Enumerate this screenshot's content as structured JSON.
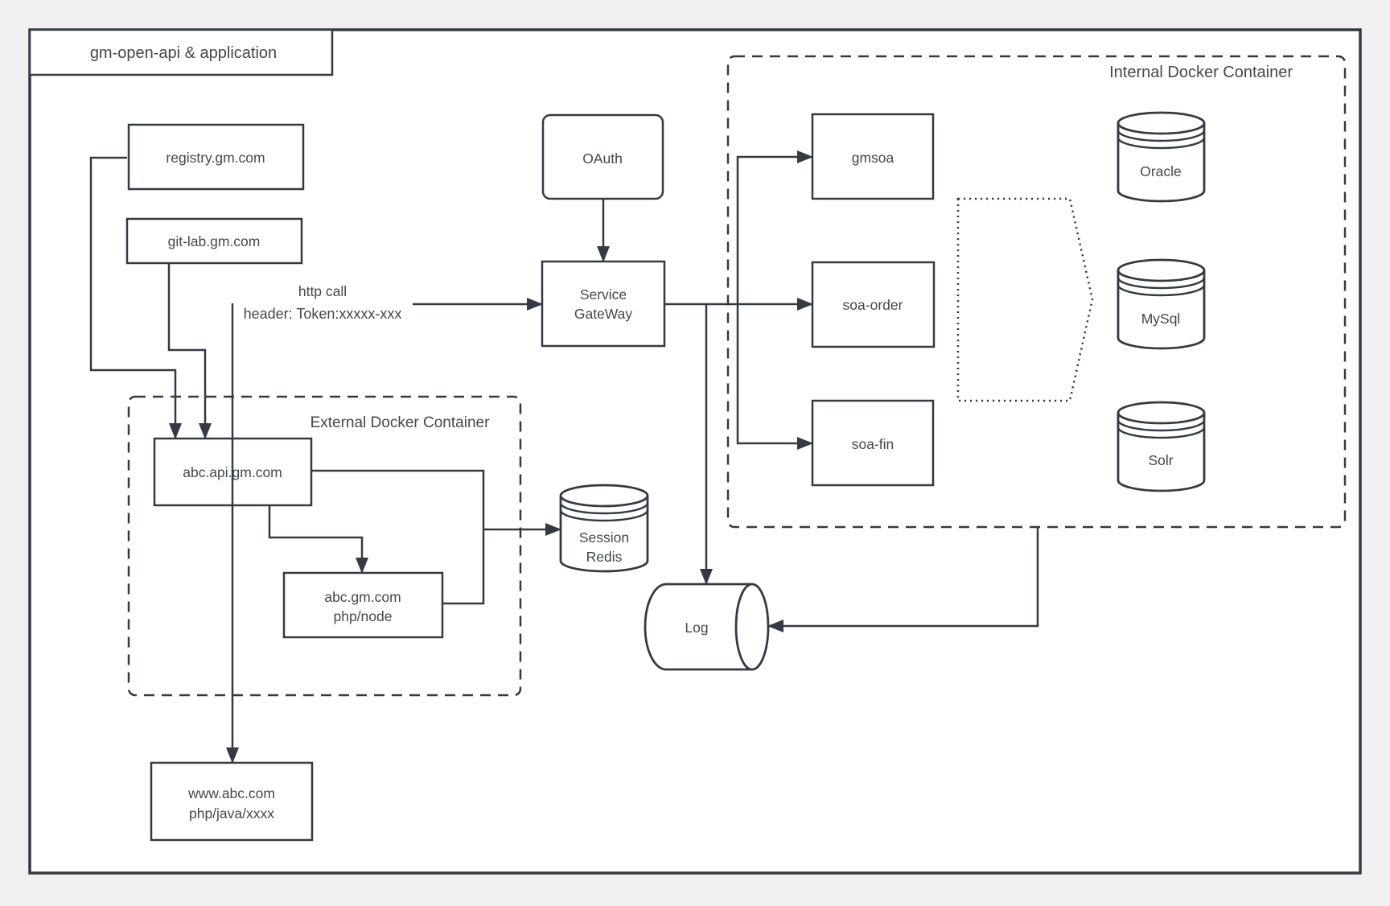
{
  "diagram": {
    "title": "gm-open-api & application",
    "containers": {
      "internal": {
        "label": "Internal Docker Container"
      },
      "external": {
        "label": "External Docker Container"
      }
    },
    "nodes": {
      "registry": {
        "label": "registry.gm.com"
      },
      "gitlab": {
        "label": "git-lab.gm.com"
      },
      "oauth": {
        "label": "OAuth"
      },
      "service_gateway": {
        "lines": [
          "Service",
          "GateWay"
        ]
      },
      "abc_api": {
        "label": "abc.api.gm.com"
      },
      "abc_gm": {
        "lines": [
          "abc.gm.com",
          "php/node"
        ]
      },
      "www_abc": {
        "lines": [
          "www.abc.com",
          "php/java/xxxx"
        ]
      },
      "gmsoa": {
        "label": "gmsoa"
      },
      "soa_order": {
        "label": "soa-order"
      },
      "soa_fin": {
        "label": "soa-fin"
      },
      "oracle": {
        "label": "Oracle"
      },
      "mysql": {
        "label": "MySql"
      },
      "solr": {
        "label": "Solr"
      },
      "session_redis": {
        "lines": [
          "Session",
          "Redis"
        ]
      },
      "log": {
        "label": "Log"
      }
    },
    "annotations": {
      "http_call": {
        "lines": [
          "http call",
          "header: Token:xxxxx-xxx"
        ]
      }
    },
    "colors": {
      "stroke": "#333a43",
      "text": "#42484f",
      "canvas": "#ffffff",
      "page_bg": "#f0f0f1"
    }
  }
}
